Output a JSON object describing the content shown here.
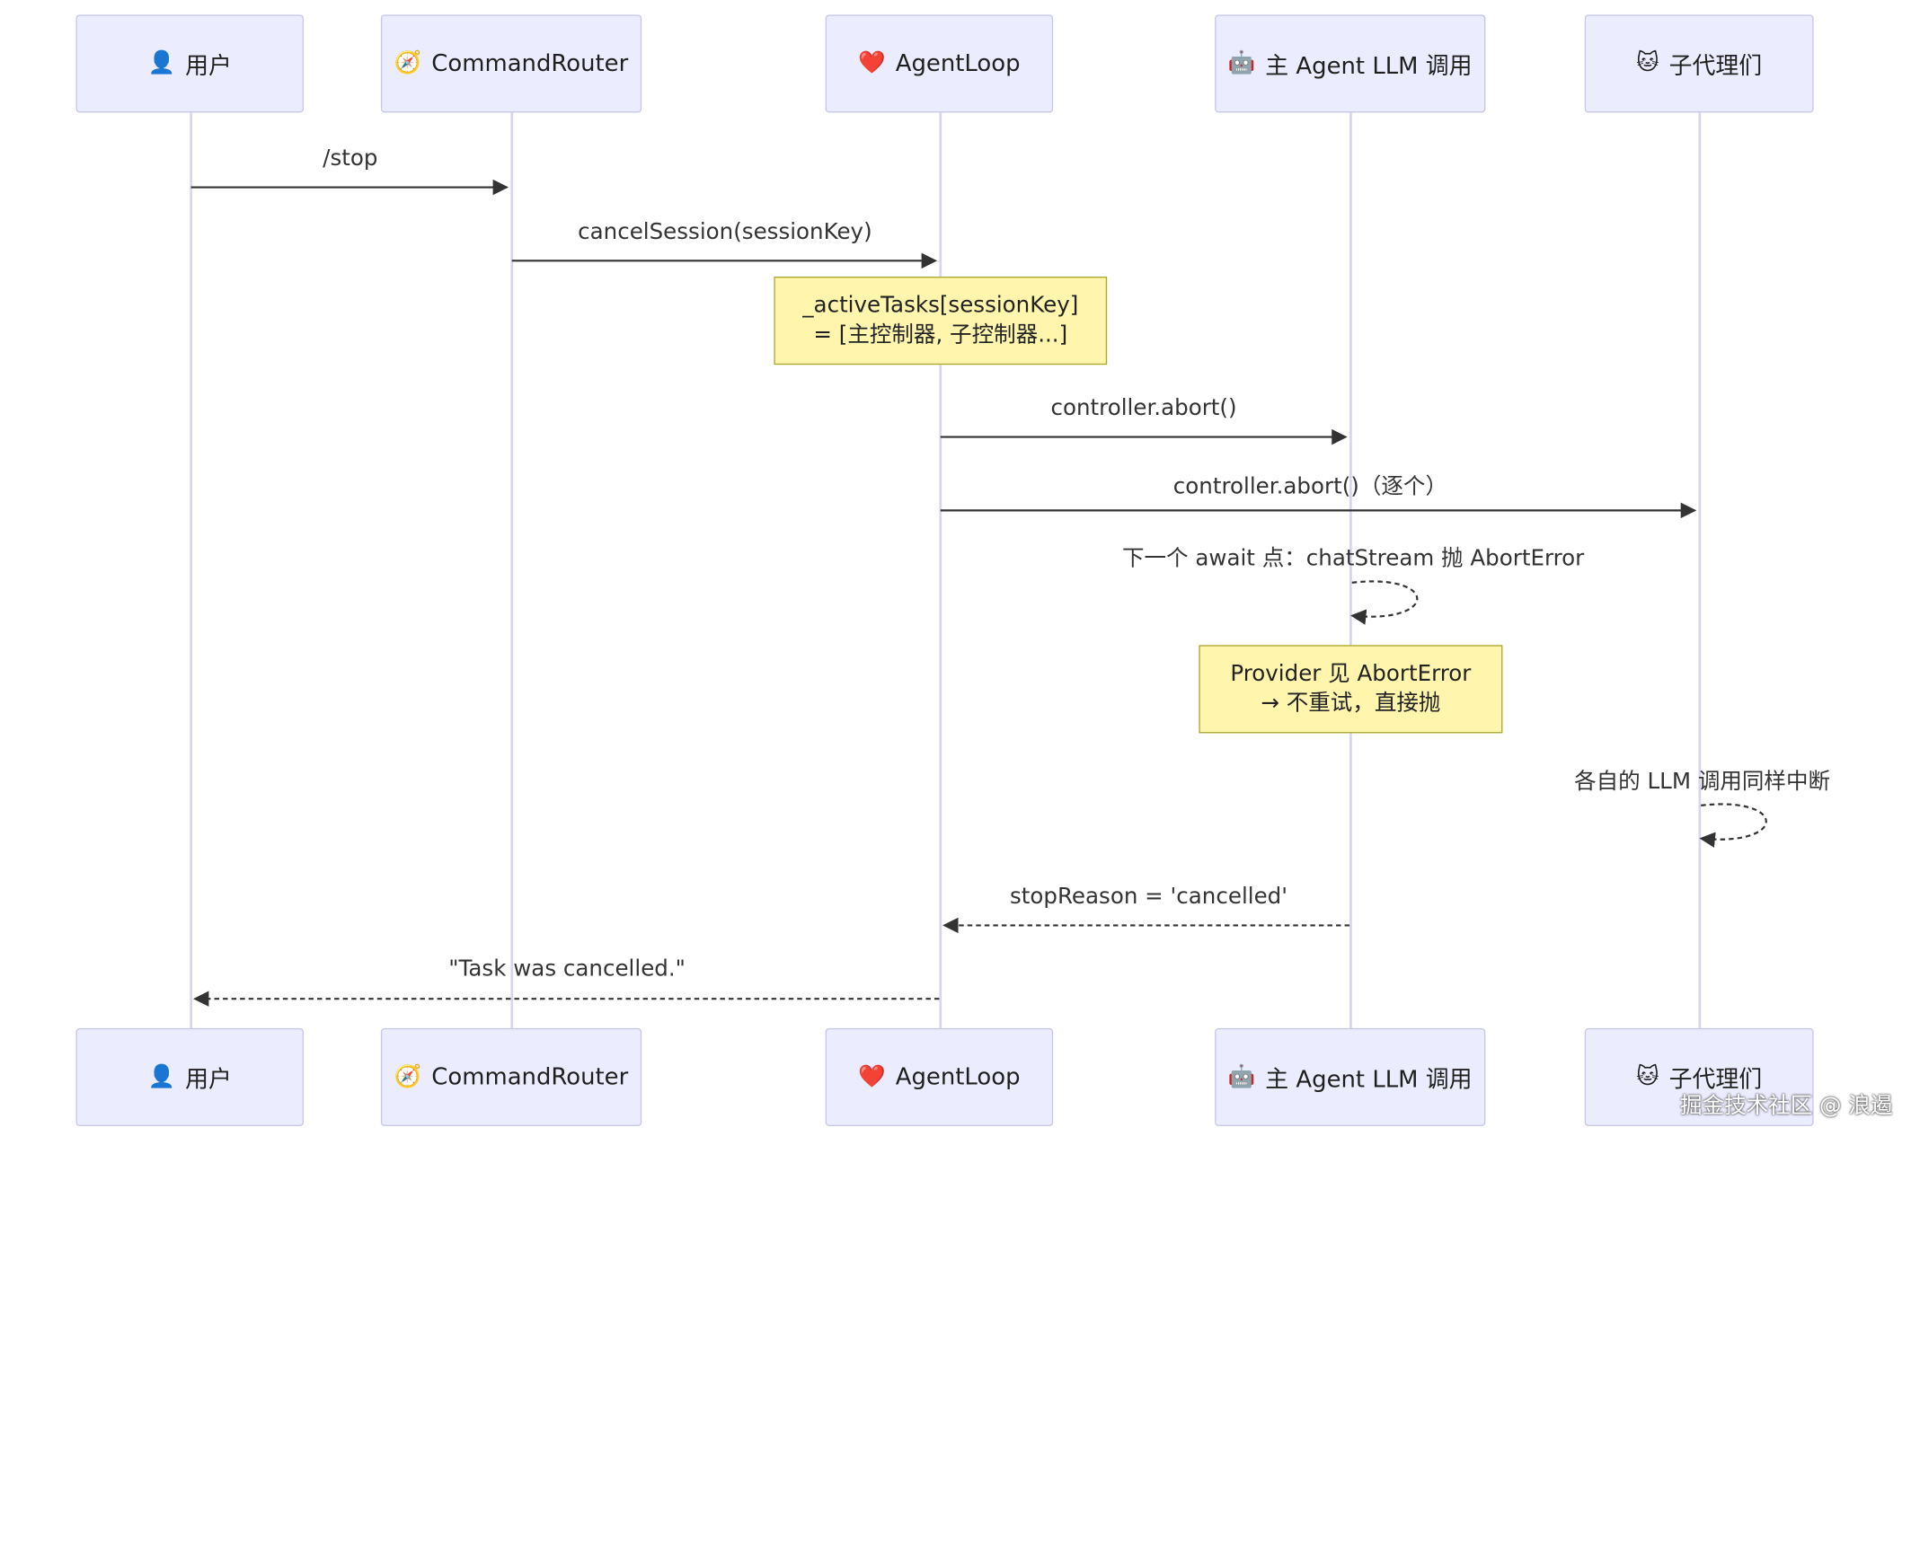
{
  "actors": [
    {
      "icon": "👤",
      "label": "用户"
    },
    {
      "icon": "🧭",
      "label": "CommandRouter"
    },
    {
      "icon": "❤️",
      "label": "AgentLoop"
    },
    {
      "icon": "🤖",
      "label": "主 Agent LLM 调用"
    },
    {
      "icon": "🐱",
      "label": "子代理们"
    }
  ],
  "messages": [
    {
      "label": "/stop"
    },
    {
      "label": "cancelSession(sessionKey)"
    },
    {
      "label": "controller.abort()"
    },
    {
      "label": "controller.abort()（逐个）"
    },
    {
      "label": "下一个 await 点：chatStream 抛 AbortError"
    },
    {
      "label": "各自的 LLM 调用同样中断"
    },
    {
      "label": "stopReason = 'cancelled'"
    },
    {
      "label": "\"Task was cancelled.\""
    }
  ],
  "notes": [
    {
      "line1": "_activeTasks[sessionKey]",
      "line2": "= [主控制器, 子控制器...]"
    },
    {
      "line1": "Provider 见 AbortError",
      "line2": "→ 不重试，直接抛"
    }
  ],
  "watermark": "掘金技术社区 @ 浪遏",
  "colors": {
    "actor_fill": "#ECECFF",
    "note_fill": "#FFF5AD",
    "lifeline": "#D6D6EF",
    "arrow": "#333333"
  }
}
